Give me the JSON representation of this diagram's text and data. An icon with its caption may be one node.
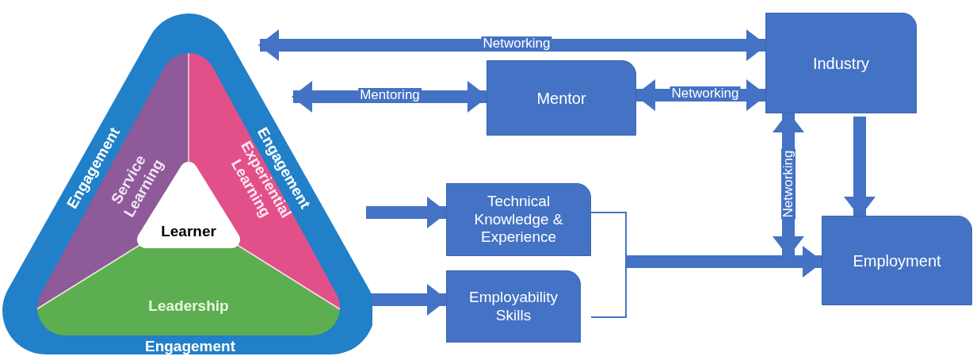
{
  "diagram": {
    "nodes": [
      {
        "text": [
          "Engagement",
          "Engagement",
          "Engagement"
        ]
      },
      {
        "text": [
          "Service Learning"
        ],
        "in": 0
      },
      {
        "text": [
          "Experiential Learning"
        ],
        "in": 0
      },
      {
        "text": [
          "Leadership"
        ],
        "in": 0
      },
      {
        "text": [
          "Learner"
        ],
        "in": 0
      },
      {
        "text": [
          "Mentor"
        ]
      },
      {
        "text": [
          "Industry"
        ]
      },
      {
        "text": [
          "Technical Knowledge & Experience"
        ]
      },
      {
        "text": [
          "Employability Skills"
        ]
      },
      {
        "text": [
          "Employment"
        ]
      }
    ],
    "edges": [
      {
        "from": 0,
        "to": 6,
        "arrow": "both",
        "label": "Networking"
      },
      {
        "from": 0,
        "to": 5,
        "arrow": "both",
        "label": "Mentoring"
      },
      {
        "from": 5,
        "to": 6,
        "arrow": "both",
        "label": "Networking"
      },
      {
        "from": 6,
        "to": 9,
        "arrow": "to"
      },
      {
        "from": 6,
        "to": 9,
        "arrow": "both",
        "label": "Networking"
      },
      {
        "from": 0,
        "to": 7,
        "arrow": "to"
      },
      {
        "from": 0,
        "to": 8,
        "arrow": "to"
      },
      {
        "from": 7,
        "to": 9,
        "arrow": "to"
      },
      {
        "from": 8,
        "to": 9,
        "arrow": "to"
      }
    ]
  }
}
